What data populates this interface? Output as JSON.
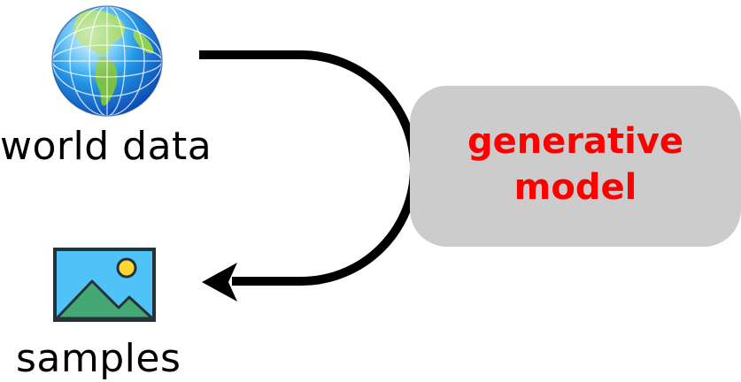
{
  "nodes": {
    "source": {
      "label": "world data",
      "icon": "globe-icon"
    },
    "output": {
      "label": "samples",
      "icon": "image-icon"
    }
  },
  "model": {
    "line1": "generative",
    "line2": "model",
    "text_color": "#ff0000",
    "box_color": "#cccccc"
  },
  "arrow": {
    "from": "source",
    "to": "output",
    "color": "#000000"
  }
}
